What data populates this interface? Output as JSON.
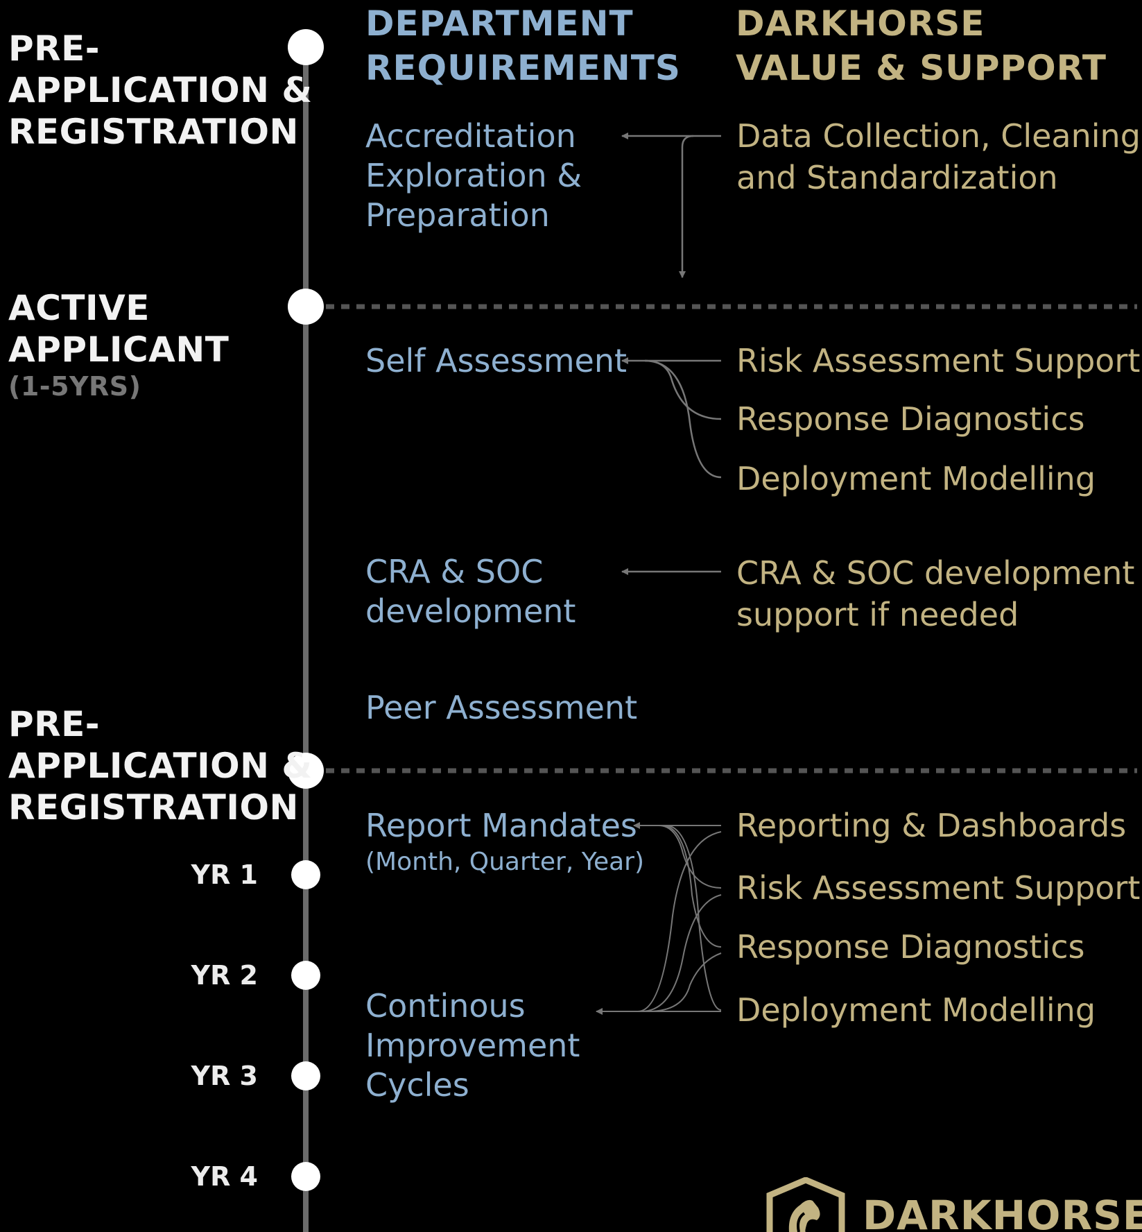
{
  "columns": {
    "department": [
      "DEPARTMENT",
      "REQUIREMENTS"
    ],
    "darkhorse": [
      "DARKHORSE",
      "VALUE & SUPPORT"
    ]
  },
  "phases": [
    {
      "lines": [
        "PRE-",
        "APPLICATION &",
        "REGISTRATION"
      ]
    },
    {
      "lines": [
        "ACTIVE",
        "APPLICANT"
      ],
      "sub": "(1-5YRS)"
    },
    {
      "lines": [
        "PRE-",
        "APPLICATION &",
        "REGISTRATION"
      ]
    }
  ],
  "years": [
    "YR 1",
    "YR 2",
    "YR 3",
    "YR 4"
  ],
  "requirements": [
    {
      "lines": [
        "Accreditation",
        "Exploration &",
        "Preparation"
      ]
    },
    {
      "lines": [
        "Self Assessment"
      ]
    },
    {
      "lines": [
        "CRA & SOC",
        "development"
      ]
    },
    {
      "lines": [
        "Peer Assessment"
      ]
    },
    {
      "lines": [
        "Report Mandates"
      ],
      "note": "(Month, Quarter, Year)"
    },
    {
      "lines": [
        "Continous",
        "Improvement",
        "Cycles"
      ]
    }
  ],
  "supports": [
    {
      "lines": [
        "Data Collection, Cleaning,",
        "and Standardization"
      ]
    },
    {
      "lines": [
        "Risk Assessment Support"
      ]
    },
    {
      "lines": [
        "Response Diagnostics"
      ]
    },
    {
      "lines": [
        "Deployment Modelling"
      ]
    },
    {
      "lines": [
        "CRA & SOC development",
        "support if needed"
      ]
    },
    {
      "lines": [
        "Reporting & Dashboards"
      ]
    },
    {
      "lines": [
        "Risk Assessment Support"
      ]
    },
    {
      "lines": [
        "Response Diagnostics"
      ]
    },
    {
      "lines": [
        "Deployment Modelling"
      ]
    }
  ],
  "brand": {
    "name": "DARKHORSE"
  },
  "colors": {
    "background": "#000000",
    "department_blue": "#8eb0d0",
    "darkhorse_gold": "#c2b382",
    "timeline_gray": "#6b6b6b",
    "connector_gray": "#777777",
    "node_white": "#ffffff"
  }
}
